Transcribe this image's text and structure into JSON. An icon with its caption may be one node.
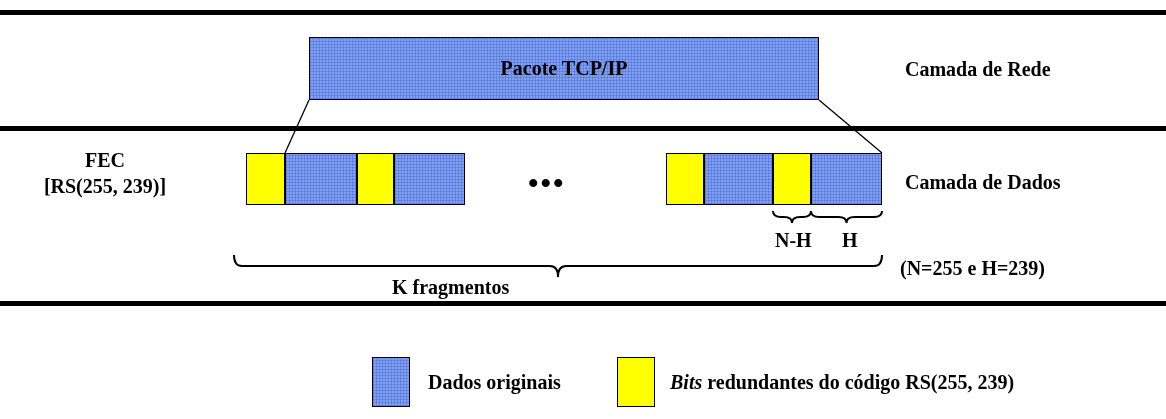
{
  "diagram": {
    "nodes": [
      {
        "text": [
          "Pacote TCP/IP"
        ]
      },
      {
        "text": [],
        "shape": "box"
      },
      {
        "text": [],
        "shape": "box"
      },
      {
        "text": [],
        "shape": "box"
      },
      {
        "text": [],
        "shape": "box"
      },
      {
        "text": [],
        "shape": "box"
      },
      {
        "text": [],
        "shape": "box"
      },
      {
        "text": [],
        "shape": "box"
      },
      {
        "text": [],
        "shape": "box"
      }
    ],
    "edges": [
      {
        "from": 0,
        "to": 2,
        "arrow": "none"
      },
      {
        "from": 0,
        "to": 8,
        "arrow": "none"
      }
    ],
    "labels": [
      "Camada de Rede",
      "FEC [RS(255, 239)]",
      "•••",
      "Camada de Dados",
      "N-H",
      "H",
      "(N=255 e H=239)",
      "K fragmentos"
    ],
    "legend": [
      {
        "text": "Dados originais",
        "color": "#7f9ff0"
      },
      {
        "text": "*Bits* redundantes do código RS(255, 239)",
        "color": "#ffff00"
      }
    ]
  }
}
